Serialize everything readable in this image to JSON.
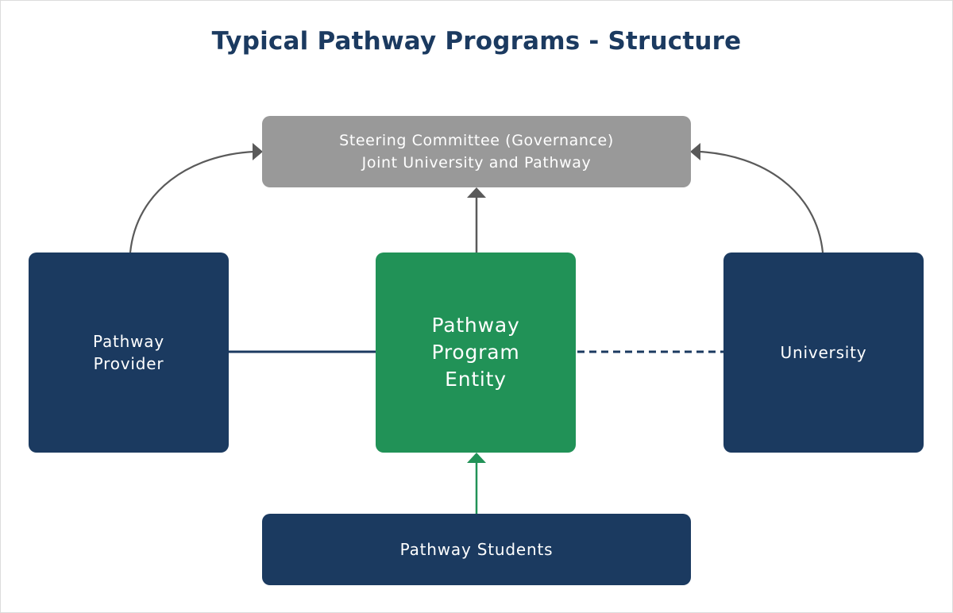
{
  "title": "Typical Pathway Programs - Structure",
  "colors": {
    "title": "#1b3a60",
    "navy_node": "#1b3a60",
    "green_node": "#219257",
    "gray_node": "#999999",
    "connector_gray": "#5a5a5a",
    "connector_green": "#219257"
  },
  "nodes": {
    "steering": {
      "lines": [
        "Steering Committee (Governance)",
        "Joint University and Pathway"
      ]
    },
    "provider": {
      "lines": [
        "Pathway",
        "Provider"
      ]
    },
    "entity": {
      "lines": [
        "Pathway",
        "Program",
        "Entity"
      ]
    },
    "university": {
      "lines": [
        "University"
      ]
    },
    "students": {
      "lines": [
        "Pathway Students"
      ]
    }
  },
  "connectors": [
    {
      "from": "Pathway Provider",
      "to": "Steering Committee",
      "style": "curved-arrow"
    },
    {
      "from": "University",
      "to": "Steering Committee",
      "style": "curved-arrow"
    },
    {
      "from": "Pathway Program Entity",
      "to": "Steering Committee",
      "style": "arrow"
    },
    {
      "from": "Pathway Provider",
      "to": "Pathway Program Entity",
      "style": "solid-line"
    },
    {
      "from": "Pathway Program Entity",
      "to": "University",
      "style": "dashed-line"
    },
    {
      "from": "Pathway Students",
      "to": "Pathway Program Entity",
      "style": "green-arrow"
    }
  ]
}
